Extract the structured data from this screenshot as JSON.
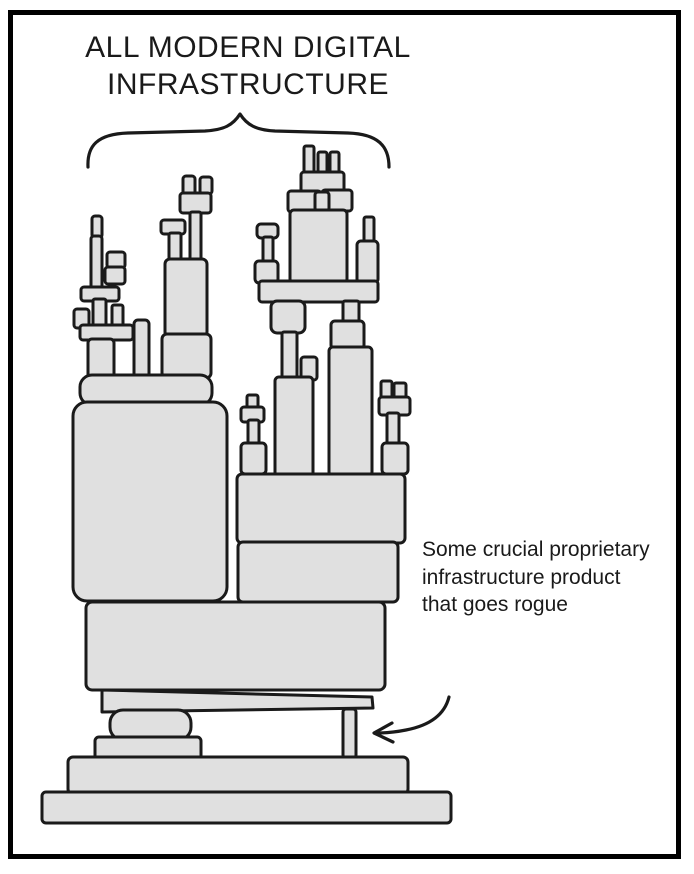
{
  "comic": {
    "title": {
      "line1": "ALL MODERN DIGITAL",
      "line2": "INFRASTRUCTURE"
    },
    "annotation": {
      "line1": "Some crucial proprietary",
      "line2": "infrastructure product",
      "line3": "that goes rogue"
    },
    "colors": {
      "ink": "#1a1a1a",
      "block_fill": "#e0e0e0",
      "background": "#ffffff",
      "panel_border": "#000000"
    }
  }
}
